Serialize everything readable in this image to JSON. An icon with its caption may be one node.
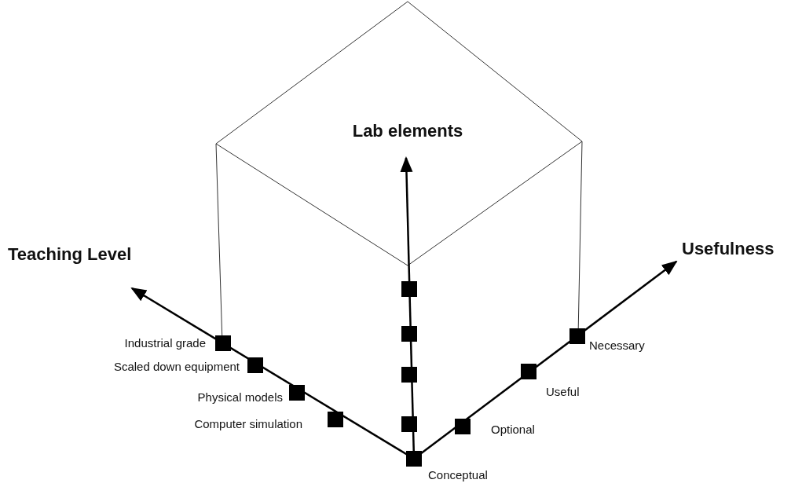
{
  "diagram": {
    "labels": [
      "Lab elements",
      "Teaching Level",
      "Usefulness",
      "Industrial grade",
      "Necessary",
      "Scaled down equipment",
      "Physical models",
      "Useful",
      "Computer simulation",
      "Optional",
      "Conceptual"
    ]
  }
}
